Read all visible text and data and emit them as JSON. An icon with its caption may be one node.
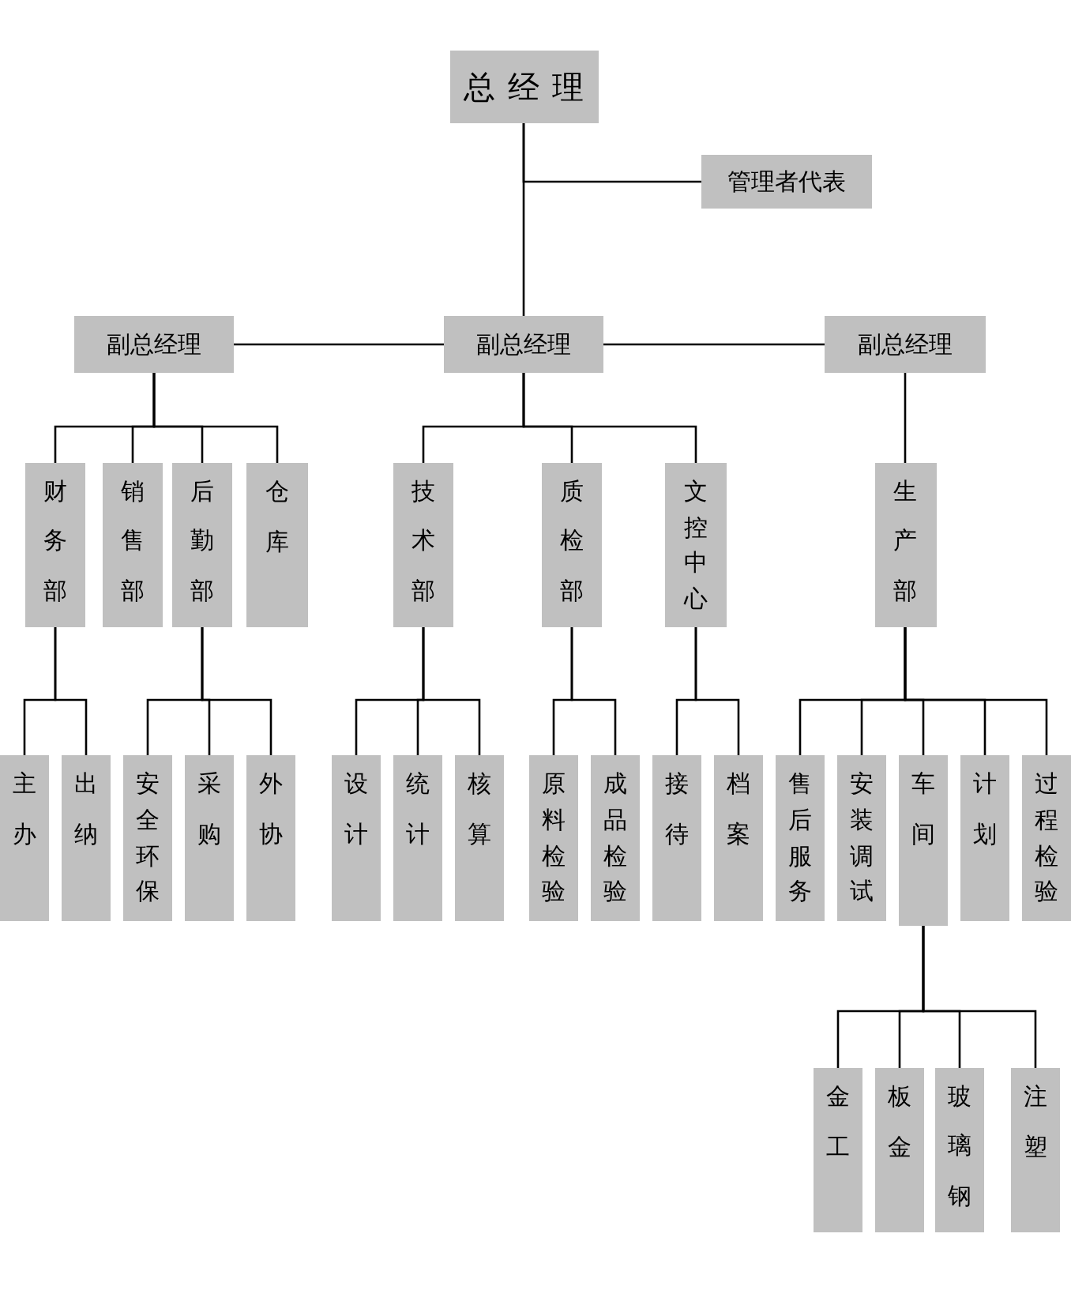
{
  "diagram": {
    "nodes": [
      {
        "text": [
          "总经理"
        ]
      },
      {
        "text": [
          "管理者代表"
        ]
      },
      {
        "text": [
          "副总经理"
        ]
      },
      {
        "text": [
          "副总经理"
        ]
      },
      {
        "text": [
          "副总经理"
        ]
      },
      {
        "text": [
          "财务部"
        ]
      },
      {
        "text": [
          "销售部"
        ]
      },
      {
        "text": [
          "后勤部"
        ]
      },
      {
        "text": [
          "仓库"
        ]
      },
      {
        "text": [
          "技术部"
        ]
      },
      {
        "text": [
          "质检部"
        ]
      },
      {
        "text": [
          "文控中心"
        ]
      },
      {
        "text": [
          "生产部"
        ]
      },
      {
        "text": [
          "主办"
        ]
      },
      {
        "text": [
          "出纳"
        ]
      },
      {
        "text": [
          "安全环保"
        ]
      },
      {
        "text": [
          "采购"
        ]
      },
      {
        "text": [
          "外协"
        ]
      },
      {
        "text": [
          "设计"
        ]
      },
      {
        "text": [
          "统计"
        ]
      },
      {
        "text": [
          "核算"
        ]
      },
      {
        "text": [
          "原料检验"
        ]
      },
      {
        "text": [
          "成品检验"
        ]
      },
      {
        "text": [
          "接待"
        ]
      },
      {
        "text": [
          "档案"
        ]
      },
      {
        "text": [
          "售后服务"
        ]
      },
      {
        "text": [
          "安装调试"
        ]
      },
      {
        "text": [
          "车间"
        ]
      },
      {
        "text": [
          "计划"
        ]
      },
      {
        "text": [
          "过程检验"
        ]
      },
      {
        "text": [
          "金工"
        ]
      },
      {
        "text": [
          "板金"
        ]
      },
      {
        "text": [
          "玻璃钢"
        ]
      },
      {
        "text": [
          "注塑"
        ]
      }
    ],
    "edges": [
      {
        "from": 0,
        "to": 1,
        "arrow": "none"
      },
      {
        "from": 0,
        "to": 3,
        "arrow": "none"
      },
      {
        "from": 3,
        "to": 2,
        "arrow": "none"
      },
      {
        "from": 3,
        "to": 4,
        "arrow": "none"
      },
      {
        "from": 2,
        "to": 5,
        "arrow": "none"
      },
      {
        "from": 2,
        "to": 6,
        "arrow": "none"
      },
      {
        "from": 2,
        "to": 7,
        "arrow": "none"
      },
      {
        "from": 2,
        "to": 8,
        "arrow": "none"
      },
      {
        "from": 3,
        "to": 9,
        "arrow": "none"
      },
      {
        "from": 3,
        "to": 10,
        "arrow": "none"
      },
      {
        "from": 3,
        "to": 11,
        "arrow": "none"
      },
      {
        "from": 4,
        "to": 12,
        "arrow": "none"
      },
      {
        "from": 5,
        "to": 13,
        "arrow": "none"
      },
      {
        "from": 5,
        "to": 14,
        "arrow": "none"
      },
      {
        "from": 7,
        "to": 15,
        "arrow": "none"
      },
      {
        "from": 7,
        "to": 16,
        "arrow": "none"
      },
      {
        "from": 7,
        "to": 17,
        "arrow": "none"
      },
      {
        "from": 9,
        "to": 18,
        "arrow": "none"
      },
      {
        "from": 9,
        "to": 19,
        "arrow": "none"
      },
      {
        "from": 9,
        "to": 20,
        "arrow": "none"
      },
      {
        "from": 10,
        "to": 21,
        "arrow": "none"
      },
      {
        "from": 10,
        "to": 22,
        "arrow": "none"
      },
      {
        "from": 11,
        "to": 23,
        "arrow": "none"
      },
      {
        "from": 11,
        "to": 24,
        "arrow": "none"
      },
      {
        "from": 12,
        "to": 25,
        "arrow": "none"
      },
      {
        "from": 12,
        "to": 26,
        "arrow": "none"
      },
      {
        "from": 12,
        "to": 27,
        "arrow": "none"
      },
      {
        "from": 12,
        "to": 28,
        "arrow": "none"
      },
      {
        "from": 12,
        "to": 29,
        "arrow": "none"
      },
      {
        "from": 27,
        "to": 30,
        "arrow": "none"
      },
      {
        "from": 27,
        "to": 31,
        "arrow": "none"
      },
      {
        "from": 27,
        "to": 32,
        "arrow": "none"
      },
      {
        "from": 27,
        "to": 33,
        "arrow": "none"
      }
    ]
  }
}
